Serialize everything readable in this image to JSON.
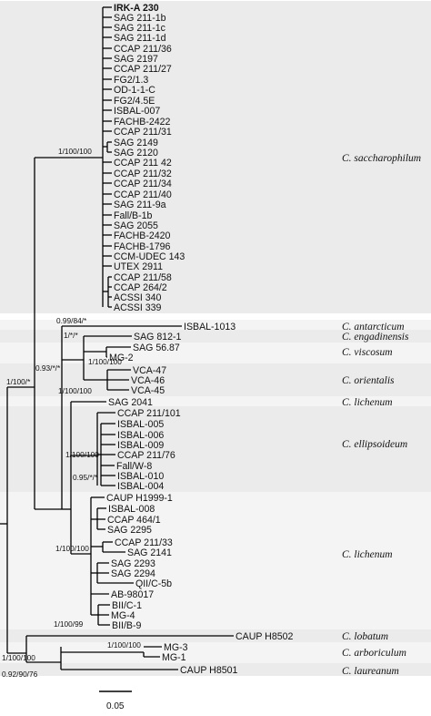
{
  "tips": [
    {
      "id": "IRK-A 230",
      "label": "IRK-A 230",
      "bold": true
    },
    {
      "id": "SAG 211-1b",
      "label": "SAG 211-1b"
    },
    {
      "id": "SAG 211-1c",
      "label": "SAG 211-1c"
    },
    {
      "id": "SAG 211-1d",
      "label": "SAG 211-1d"
    },
    {
      "id": "CCAP 211/36",
      "label": "CCAP 211/36"
    },
    {
      "id": "SAG 2197",
      "label": "SAG 2197"
    },
    {
      "id": "CCAP 211/27",
      "label": "CCAP 211/27"
    },
    {
      "id": "FG2/1.3",
      "label": "FG2/1.3"
    },
    {
      "id": "OD-1-1-C",
      "label": "OD-1-1-C"
    },
    {
      "id": "FG2/4.5E",
      "label": "FG2/4.5E"
    },
    {
      "id": "ISBAL-007",
      "label": "ISBAL-007"
    },
    {
      "id": "FACHB-2422",
      "label": "FACHB-2422"
    },
    {
      "id": "CCAP 211/31",
      "label": "CCAP 211/31"
    },
    {
      "id": "SAG 2149",
      "label": "SAG 2149"
    },
    {
      "id": "SAG 2120",
      "label": "SAG 2120"
    },
    {
      "id": "CCAP 211 42",
      "label": "CCAP 211 42"
    },
    {
      "id": "CCAP 211/32",
      "label": "CCAP 211/32"
    },
    {
      "id": "CCAP 211/34",
      "label": "CCAP 211/34"
    },
    {
      "id": "CCAP 211/40",
      "label": "CCAP 211/40"
    },
    {
      "id": "SAG 211-9a",
      "label": "SAG 211-9a"
    },
    {
      "id": "Fall/B-1b",
      "label": "Fall/B-1b"
    },
    {
      "id": "SAG 2055",
      "label": "SAG 2055"
    },
    {
      "id": "FACHB-2420",
      "label": "FACHB-2420"
    },
    {
      "id": "FACHB-1796",
      "label": "FACHB-1796"
    },
    {
      "id": "CCM-UDEC 143",
      "label": "CCM-UDEC 143"
    },
    {
      "id": "UTEX 2911",
      "label": "UTEX 2911"
    },
    {
      "id": "CCAP 211/58",
      "label": "CCAP 211/58"
    },
    {
      "id": "CCAP 264/2",
      "label": "CCAP 264/2"
    },
    {
      "id": "ACSSI 340",
      "label": "ACSSI 340"
    },
    {
      "id": "ACSSI 339",
      "label": "ACSSI 339"
    },
    {
      "id": "ISBAL-1013",
      "label": "ISBAL-1013"
    },
    {
      "id": "SAG 812-1",
      "label": "SAG 812-1"
    },
    {
      "id": "SAG 56.87",
      "label": "SAG 56.87"
    },
    {
      "id": "MG-2",
      "label": "MG-2"
    },
    {
      "id": "VCA-47",
      "label": "VCA-47"
    },
    {
      "id": "VCA-46",
      "label": "VCA-46"
    },
    {
      "id": "VCA-45",
      "label": "VCA-45"
    },
    {
      "id": "SAG 2041",
      "label": "SAG 2041"
    },
    {
      "id": "CCAP 211/101",
      "label": "CCAP 211/101"
    },
    {
      "id": "ISBAL-005",
      "label": "ISBAL-005"
    },
    {
      "id": "ISBAL-006",
      "label": "ISBAL-006"
    },
    {
      "id": "ISBAL-009",
      "label": "ISBAL-009"
    },
    {
      "id": "CCAP 211/76",
      "label": "CCAP 211/76"
    },
    {
      "id": "Fall/W-8",
      "label": "Fall/W-8"
    },
    {
      "id": "ISBAL-010",
      "label": "ISBAL-010"
    },
    {
      "id": "ISBAL-004",
      "label": "ISBAL-004"
    },
    {
      "id": "CAUP H1999-1",
      "label": "CAUP H1999-1"
    },
    {
      "id": "ISBAL-008",
      "label": "ISBAL-008"
    },
    {
      "id": "CCAP 464/1",
      "label": "CCAP 464/1"
    },
    {
      "id": "SAG 2295",
      "label": "SAG 2295"
    },
    {
      "id": "CCAP 211/33",
      "label": "CCAP 211/33"
    },
    {
      "id": "SAG 2141",
      "label": "SAG 2141"
    },
    {
      "id": "SAG 2293",
      "label": "SAG 2293"
    },
    {
      "id": "SAG 2294",
      "label": "SAG 2294"
    },
    {
      "id": "QII/C-5b",
      "label": "QII/C-5b"
    },
    {
      "id": "AB-98017",
      "label": "AB-98017"
    },
    {
      "id": "BII/C-1",
      "label": "BII/C-1"
    },
    {
      "id": "MG-4",
      "label": "MG-4"
    },
    {
      "id": "BII/B-9",
      "label": "BII/B-9"
    },
    {
      "id": "CAUP H8502",
      "label": "CAUP H8502"
    },
    {
      "id": "MG-3",
      "label": "MG-3"
    },
    {
      "id": "MG-1",
      "label": "MG-1"
    },
    {
      "id": "CAUP H8501",
      "label": "CAUP H8501"
    }
  ],
  "clades": [
    {
      "name": "C. saccharophilum",
      "first": "IRK-A 230",
      "last": "ACSSI 339"
    },
    {
      "name": "C. antarcticum",
      "first": "ISBAL-1013",
      "last": "ISBAL-1013"
    },
    {
      "name": "C. engadinensis",
      "first": "SAG 812-1",
      "last": "SAG 812-1"
    },
    {
      "name": "C. viscosum",
      "first": "SAG 56.87",
      "last": "MG-2"
    },
    {
      "name": "C. orientalis",
      "first": "VCA-47",
      "last": "VCA-45"
    },
    {
      "name": "C. lichenum",
      "first": "SAG 2041",
      "last": "SAG 2041"
    },
    {
      "name": "C. ellipsoideum",
      "first": "CCAP 211/101",
      "last": "ISBAL-004"
    },
    {
      "name": "C. lichenum",
      "first": "CAUP H1999-1",
      "last": "BII/B-9"
    },
    {
      "name": "C. lobatum",
      "first": "CAUP H8502",
      "last": "CAUP H8502"
    },
    {
      "name": "C. arboriculum",
      "first": "MG-3",
      "last": "MG-1"
    },
    {
      "name": "C. laureanum",
      "first": "CAUP H8501",
      "last": "CAUP H8501"
    }
  ],
  "supports": [
    {
      "node": "saccharophilum",
      "text": "1/100/100"
    },
    {
      "node": "antarcticum",
      "text": "0.99/84/*"
    },
    {
      "node": "engadinensis",
      "text": "1/*/*"
    },
    {
      "node": "viscosum-orientalis",
      "text": "0.93/*/*"
    },
    {
      "node": "viscosum",
      "text": "1/100/100"
    },
    {
      "node": "orientalis",
      "text": "1/100/100"
    },
    {
      "node": "ingroup",
      "text": "1/100/*"
    },
    {
      "node": "ellipsoideum",
      "text": "1/100/100"
    },
    {
      "node": "ellipsoideum-inner",
      "text": "0.95/*/*"
    },
    {
      "node": "lichenum",
      "text": "1/100/100"
    },
    {
      "node": "lichenum-inner",
      "text": "1/100/99"
    },
    {
      "node": "arboriculum",
      "text": "1/100/100"
    },
    {
      "node": "outgroup",
      "text": "1/100/100"
    },
    {
      "node": "laureanum",
      "text": "0.92/90/76"
    }
  ],
  "scale_bar": {
    "label": "0.05",
    "value": 0.05
  }
}
